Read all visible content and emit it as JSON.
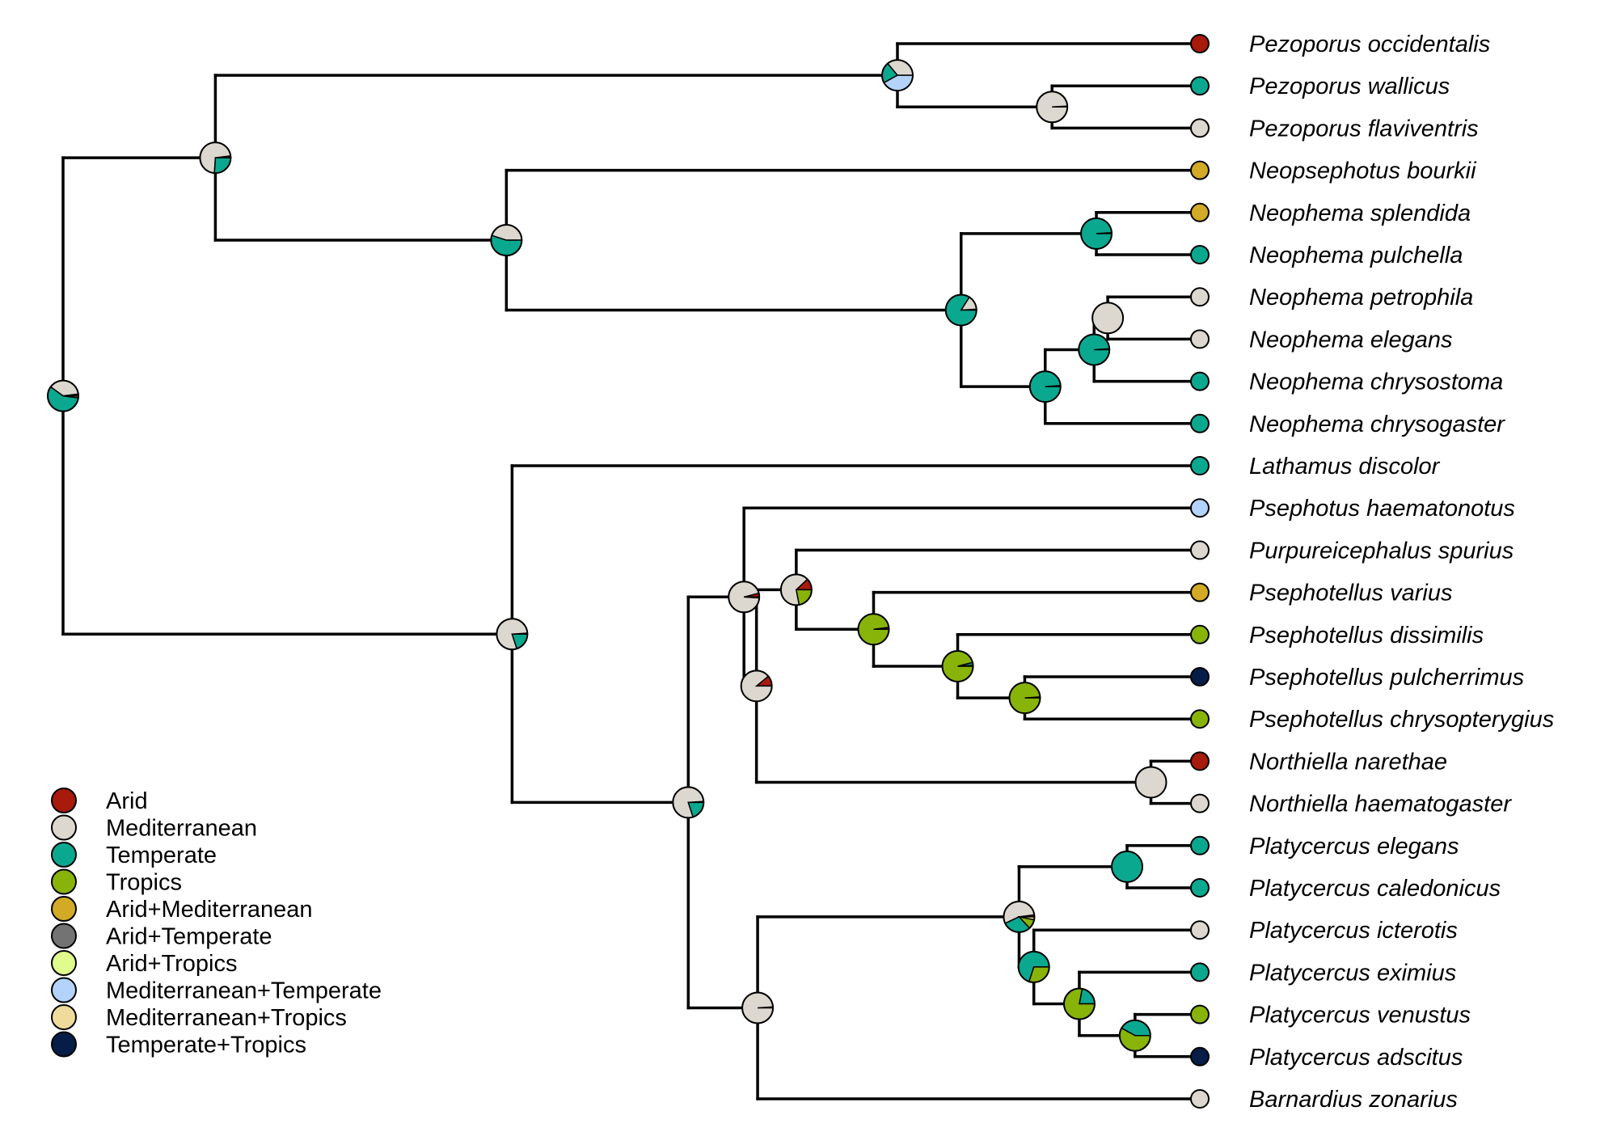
{
  "title": "Ancestral climate-zone reconstruction on broad-tailed parrot phylogeny",
  "states": [
    {
      "key": "Arid",
      "label": "Arid",
      "color": "#A81A0B"
    },
    {
      "key": "Med",
      "label": "Mediterranean",
      "color": "#DCD7CF"
    },
    {
      "key": "Temp",
      "label": "Temperate",
      "color": "#0BA890"
    },
    {
      "key": "Trop",
      "label": "Tropics",
      "color": "#88B40A"
    },
    {
      "key": "AridMed",
      "label": "Arid+Mediterranean",
      "color": "#D2AA25"
    },
    {
      "key": "AridTemp",
      "label": "Arid+Temperate",
      "color": "#737373"
    },
    {
      "key": "AridTrop",
      "label": "Arid+Tropics",
      "color": "#DFFC8C"
    },
    {
      "key": "MedTemp",
      "label": "Mediterranean+Temperate",
      "color": "#B4D3FA"
    },
    {
      "key": "MedTrop",
      "label": "Mediterranean+Tropics",
      "color": "#EFDC9C"
    },
    {
      "key": "TempTrop",
      "label": "Temperate+Tropics",
      "color": "#061E47"
    }
  ],
  "tips": [
    {
      "name": "Pezoporus occidentalis",
      "state": "Arid"
    },
    {
      "name": "Pezoporus wallicus",
      "state": "Temp"
    },
    {
      "name": "Pezoporus flaviventris",
      "state": "Med"
    },
    {
      "name": "Neopsephotus bourkii",
      "state": "AridMed"
    },
    {
      "name": "Neophema splendida",
      "state": "AridMed"
    },
    {
      "name": "Neophema pulchella",
      "state": "Temp"
    },
    {
      "name": "Neophema petrophila",
      "state": "Med"
    },
    {
      "name": "Neophema elegans",
      "state": "Med"
    },
    {
      "name": "Neophema chrysostoma",
      "state": "Temp"
    },
    {
      "name": "Neophema chrysogaster",
      "state": "Temp"
    },
    {
      "name": "Lathamus discolor",
      "state": "Temp"
    },
    {
      "name": "Psephotus haematonotus",
      "state": "MedTemp"
    },
    {
      "name": "Purpureicephalus spurius",
      "state": "Med"
    },
    {
      "name": "Psephotellus varius",
      "state": "AridMed"
    },
    {
      "name": "Psephotellus dissimilis",
      "state": "Trop"
    },
    {
      "name": "Psephotellus pulcherrimus",
      "state": "TempTrop"
    },
    {
      "name": "Psephotellus chrysopterygius",
      "state": "Trop"
    },
    {
      "name": "Northiella narethae",
      "state": "Arid"
    },
    {
      "name": "Northiella haematogaster",
      "state": "Med"
    },
    {
      "name": "Platycercus elegans",
      "state": "Temp"
    },
    {
      "name": "Platycercus caledonicus",
      "state": "Temp"
    },
    {
      "name": "Platycercus icterotis",
      "state": "Med"
    },
    {
      "name": "Platycercus eximius",
      "state": "Temp"
    },
    {
      "name": "Platycercus venustus",
      "state": "Trop"
    },
    {
      "name": "Platycercus adscitus",
      "state": "TempTrop"
    },
    {
      "name": "Barnardius zonarius",
      "state": "Med"
    }
  ],
  "nodes": [
    {
      "id": "root",
      "depth": 0.0,
      "children": [
        "n_top",
        "n_bottom"
      ],
      "probs": {
        "Temp": 0.58,
        "Med": 0.38,
        "Trop": 0.02,
        "Arid": 0.02
      }
    },
    {
      "id": "n_top",
      "depth": 0.134,
      "children": [
        "n_pezo",
        "n_neo"
      ],
      "probs": {
        "Med": 0.72,
        "Temp": 0.26,
        "Arid": 0.02
      }
    },
    {
      "id": "n_pezo",
      "depth": 0.734,
      "children": [
        "t0",
        "n_pezo2"
      ],
      "probs": {
        "MedTemp": 0.42,
        "Temp": 0.22,
        "Med": 0.36
      }
    },
    {
      "id": "n_pezo2",
      "depth": 0.87,
      "children": [
        "t1",
        "t2"
      ],
      "probs": {
        "Med": 0.99,
        "Arid": 0.01
      }
    },
    {
      "id": "n_neo",
      "depth": 0.39,
      "children": [
        "t3",
        "n_neocrown"
      ],
      "probs": {
        "Temp": 0.55,
        "Med": 0.45
      }
    },
    {
      "id": "n_neocrown",
      "depth": 0.79,
      "children": [
        "n_splen",
        "n_neolow"
      ],
      "probs": {
        "Temp": 0.84,
        "Med": 0.15,
        "Arid": 0.01
      }
    },
    {
      "id": "n_splen",
      "depth": 0.909,
      "children": [
        "t4",
        "t5"
      ],
      "probs": {
        "Temp": 0.99,
        "Arid": 0.01
      }
    },
    {
      "id": "n_neolow",
      "depth": 0.864,
      "children": [
        "n_neo3",
        "t9"
      ],
      "probs": {
        "Temp": 0.99,
        "Arid": 0.01
      }
    },
    {
      "id": "n_neo3",
      "depth": 0.907,
      "children": [
        "n_petro",
        "t8"
      ],
      "probs": {
        "Temp": 0.99,
        "Arid": 0.01
      }
    },
    {
      "id": "n_petro",
      "depth": 0.919,
      "children": [
        "t6",
        "t7"
      ],
      "probs": {
        "Med": 1.0
      }
    },
    {
      "id": "n_bottom",
      "depth": 0.395,
      "children": [
        "t10",
        "n_rest"
      ],
      "probs": {
        "Med": 0.79,
        "Temp": 0.2,
        "Arid": 0.01
      }
    },
    {
      "id": "n_rest",
      "depth": 0.55,
      "children": [
        "n_pse",
        "n_platybase"
      ],
      "probs": {
        "Med": 0.79,
        "Temp": 0.2,
        "Arid": 0.01
      }
    },
    {
      "id": "n_pse",
      "depth": 0.599,
      "children": [
        "t11",
        "n_pse2"
      ],
      "probs": {
        "Med": 0.95,
        "Arid": 0.04,
        "Trop": 0.01
      }
    },
    {
      "id": "n_pse2",
      "depth": 0.61,
      "children": [
        "n_purp",
        "n_north"
      ],
      "probs": {
        "Med": 0.89,
        "Arid": 0.11
      }
    },
    {
      "id": "n_purp",
      "depth": 0.645,
      "children": [
        "t12",
        "n_psl"
      ],
      "probs": {
        "Med": 0.66,
        "Trop": 0.22,
        "Arid": 0.12
      }
    },
    {
      "id": "n_psl",
      "depth": 0.713,
      "children": [
        "t13",
        "n_psl2"
      ],
      "probs": {
        "Trop": 0.98,
        "Arid": 0.02
      }
    },
    {
      "id": "n_psl2",
      "depth": 0.787,
      "children": [
        "t14",
        "n_psl3"
      ],
      "probs": {
        "Trop": 0.96,
        "Temp": 0.03,
        "Arid": 0.01
      }
    },
    {
      "id": "n_psl3",
      "depth": 0.846,
      "children": [
        "t15",
        "t16"
      ],
      "probs": {
        "Trop": 0.99,
        "Arid": 0.01
      }
    },
    {
      "id": "n_north",
      "depth": 0.957,
      "children": [
        "t17",
        "t18"
      ],
      "probs": {
        "Med": 1.0
      }
    },
    {
      "id": "n_platybase",
      "depth": 0.611,
      "children": [
        "n_platy",
        "t25"
      ],
      "probs": {
        "Med": 0.99,
        "Arid": 0.01
      }
    },
    {
      "id": "n_platy",
      "depth": 0.841,
      "children": [
        "n_eleg",
        "n_icter"
      ],
      "probs": {
        "Med": 0.55,
        "Temp": 0.3,
        "Trop": 0.1,
        "MedTrop": 0.03,
        "Arid": 0.02
      }
    },
    {
      "id": "n_eleg",
      "depth": 0.936,
      "children": [
        "t19",
        "t20"
      ],
      "probs": {
        "Temp": 1.0
      }
    },
    {
      "id": "n_icter",
      "depth": 0.854,
      "children": [
        "t21",
        "n_exim"
      ],
      "probs": {
        "Temp": 0.7,
        "Trop": 0.3
      }
    },
    {
      "id": "n_exim",
      "depth": 0.894,
      "children": [
        "t22",
        "n_venu"
      ],
      "probs": {
        "Trop": 0.78,
        "Temp": 0.22
      }
    },
    {
      "id": "n_venu",
      "depth": 0.943,
      "children": [
        "t23",
        "t24"
      ],
      "probs": {
        "Trop": 0.58,
        "Temp": 0.42
      }
    }
  ],
  "legend": {
    "placement": "bottom-left"
  }
}
